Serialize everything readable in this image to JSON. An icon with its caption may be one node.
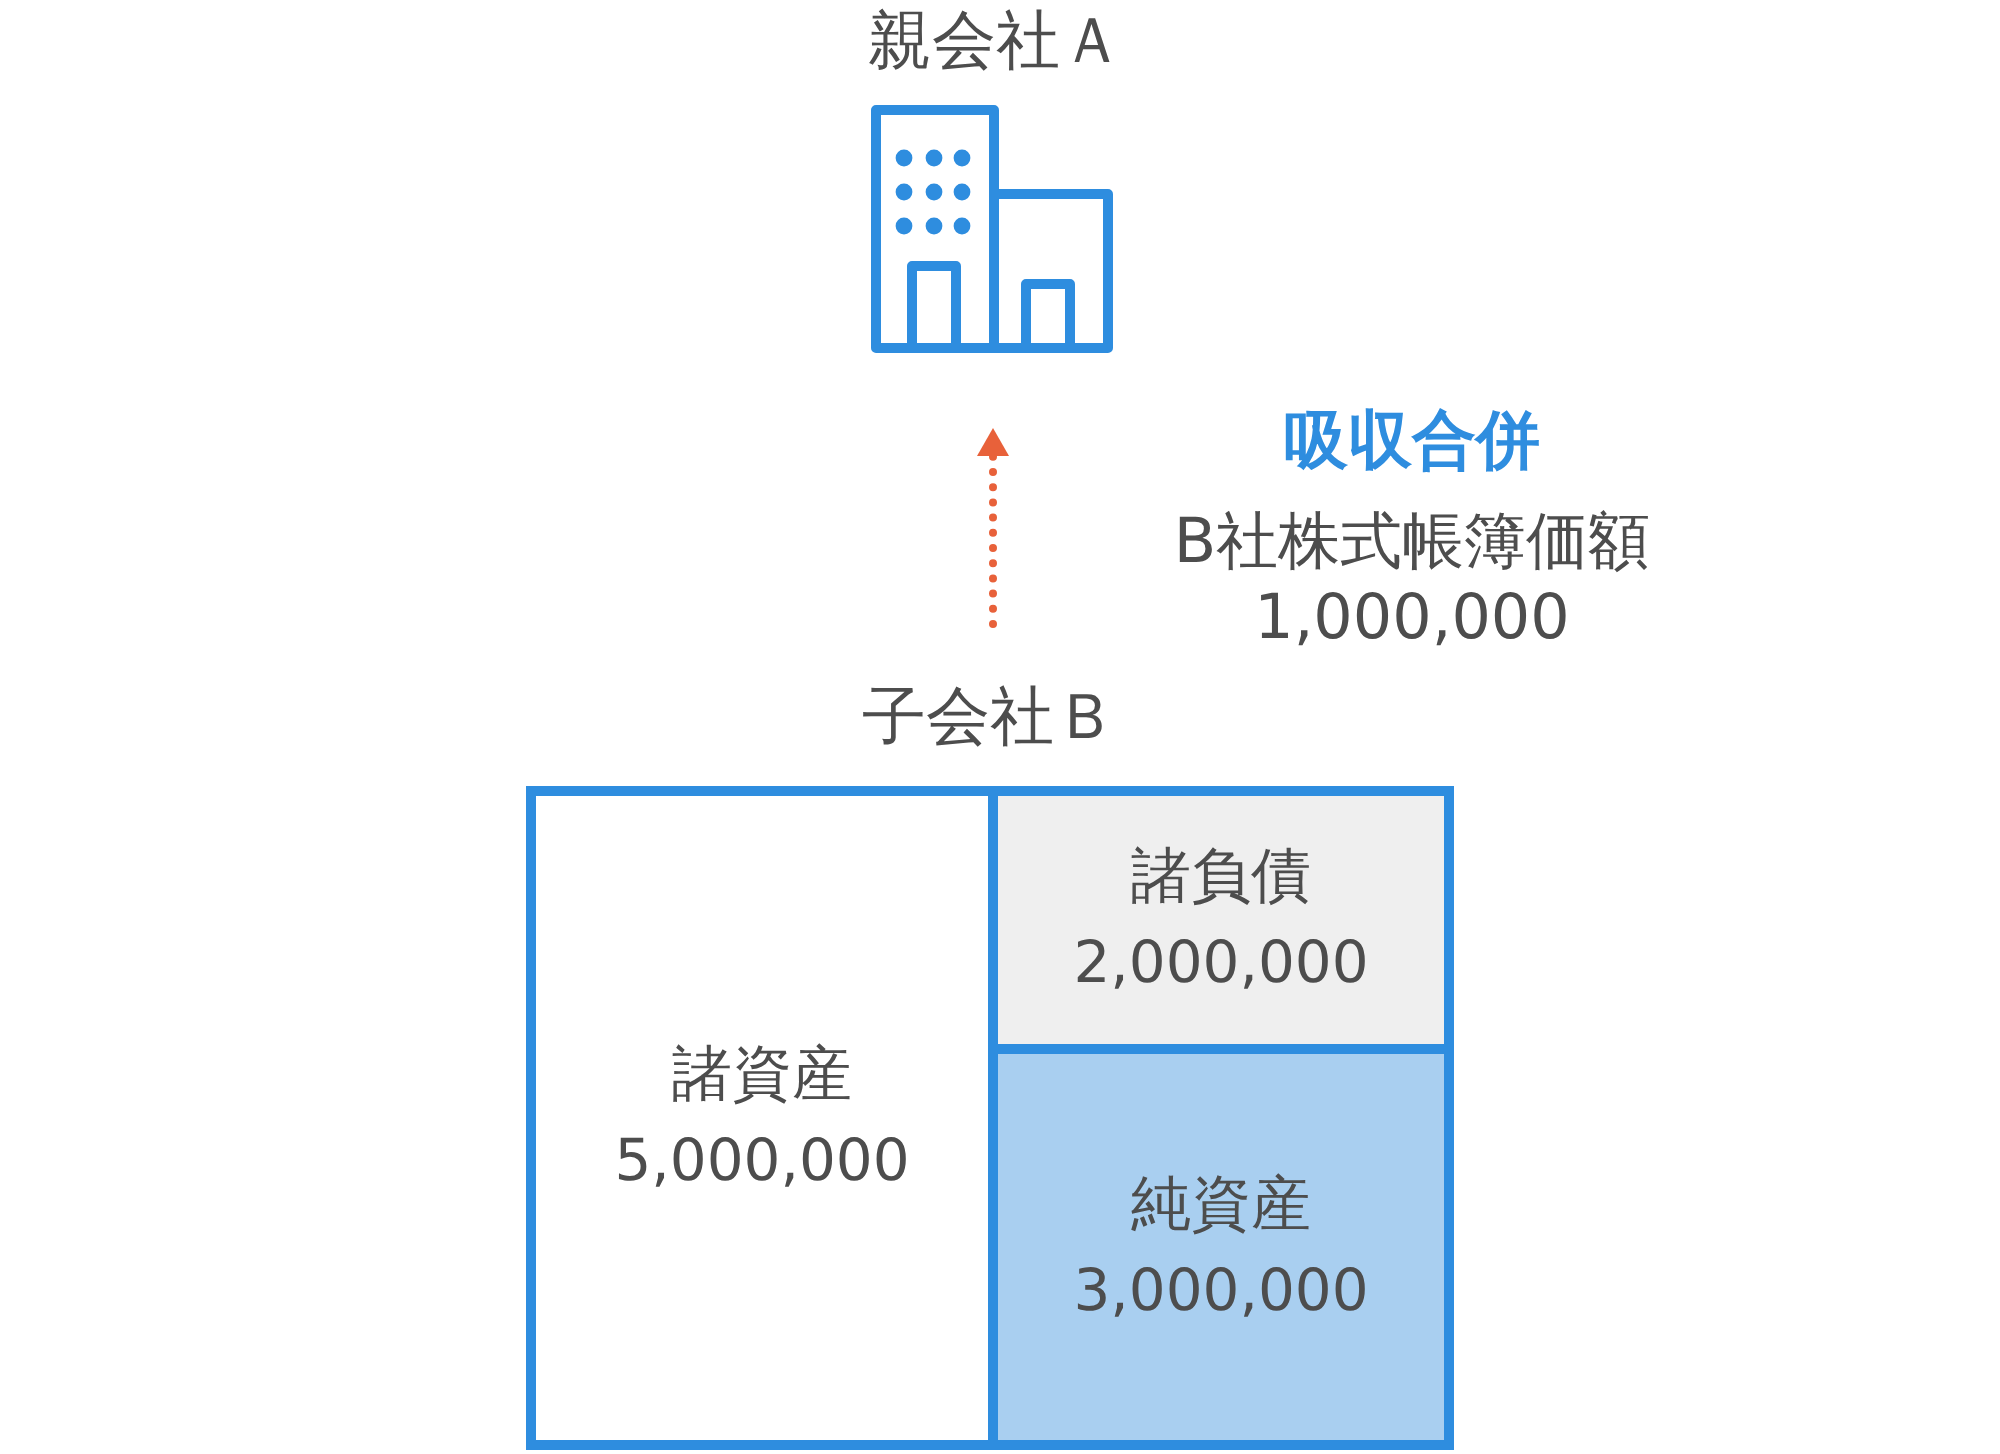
{
  "diagram": {
    "nodes": [
      {
        "text": [
          "親会社Ａ"
        ]
      },
      {
        "text": [
          "子会社Ｂ"
        ]
      },
      {
        "text": [
          "諸資産",
          "5,000,000"
        ],
        "in": 1
      },
      {
        "text": [
          "諸負債",
          "2,000,000"
        ],
        "in": 1
      },
      {
        "text": [
          "純資産",
          "3,000,000"
        ],
        "in": 1
      }
    ],
    "edges": [
      {
        "from": 1,
        "to": 0,
        "arrow": "to",
        "style": "dashed",
        "color": "#e8613a"
      }
    ],
    "labels": [
      "吸収合併",
      "B社株式帳簿価額 1,000,000"
    ]
  }
}
